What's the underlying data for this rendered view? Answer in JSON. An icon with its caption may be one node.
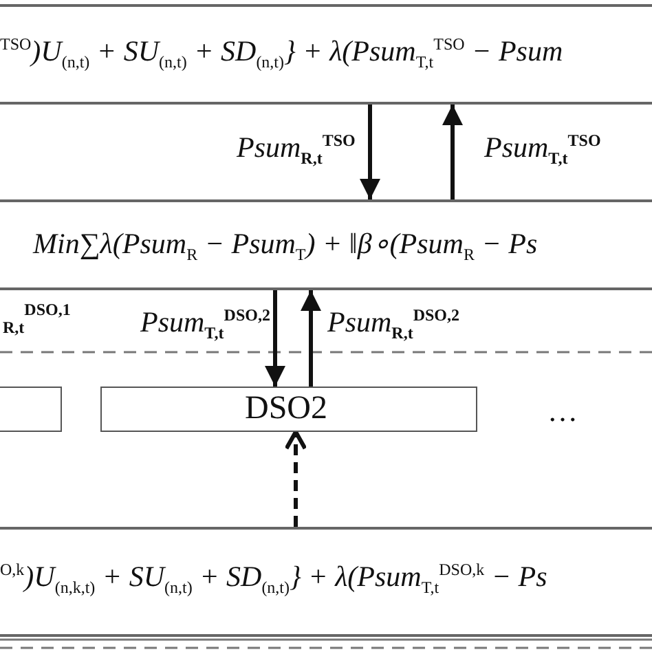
{
  "diagram": {
    "nodes": [
      {
        "text": [
          "$_{n}$$^{TSO}$)U$_{(n,t)}$ + SU$_{(n,t)}$ + SD$_{(n,t)}$} + λ(Psum$_{T,t}$$^{TSO}$ − Psum"
        ]
      },
      {
        "text": [
          "Min∑λ(Psum$_{R}$ − Psum$_{T}$) + ‖β∘(Psum$_{R}$ − Ps"
        ]
      },
      {
        "text": [],
        "shape": "box"
      },
      {
        "text": [
          "DSO2"
        ]
      },
      {
        "text": [
          "$^{O,k}$)U$_{(n,k,t)}$ + SU$_{(n,t)}$ + SD$_{(n,t)}$} + λ(Psum$_{T,t}$$^{DSO,k}$ − Ps"
        ]
      }
    ],
    "edges": [
      {
        "from": 0,
        "to": 1,
        "arrow": "to",
        "label": "Psum$_{R,t}$$^{TSO}$"
      },
      {
        "from": 1,
        "to": 0,
        "arrow": "to",
        "label": "Psum$_{T,t}$$^{TSO}$"
      },
      {
        "from": 1,
        "to": 3,
        "arrow": "to",
        "label": "Psum$_{T,t}$$^{DSO,2}$"
      },
      {
        "from": 3,
        "to": 1,
        "arrow": "to",
        "label": "Psum$_{R,t}$$^{DSO,2}$"
      },
      {
        "from": 4,
        "to": 3,
        "arrow": "to",
        "style": "dashed"
      }
    ],
    "labels": [
      "$_{R,t}$$^{DSO,1}$",
      "…"
    ]
  }
}
